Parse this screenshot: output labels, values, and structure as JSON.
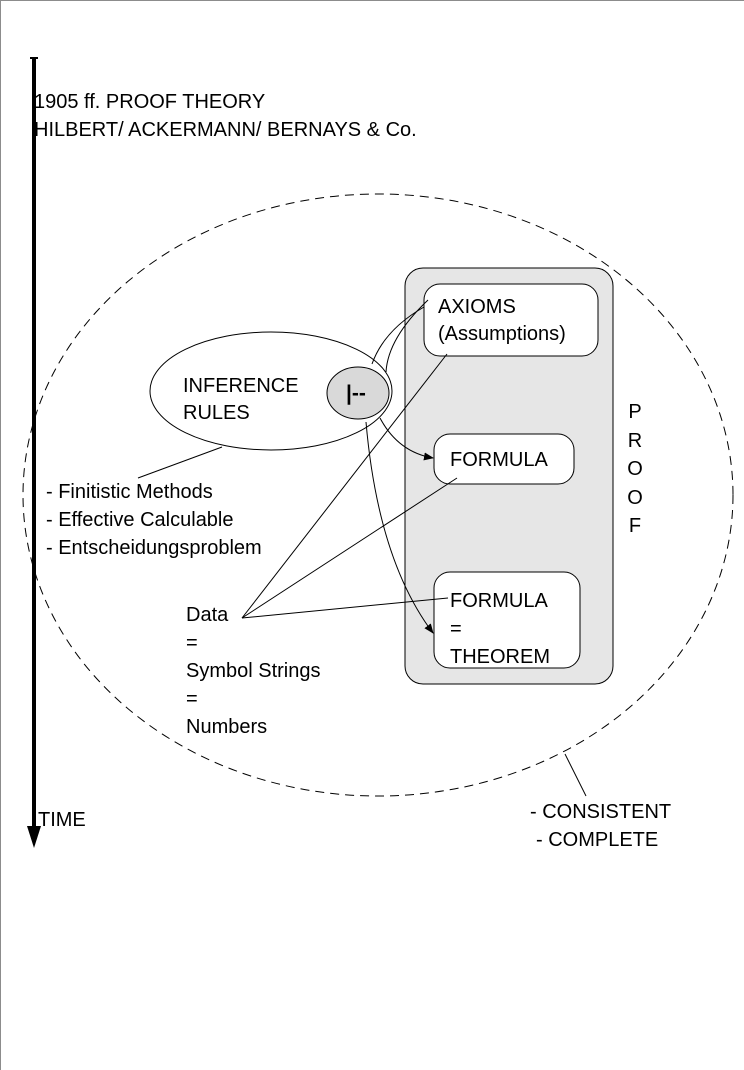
{
  "header": {
    "line1": "1905 ff. PROOF THEORY",
    "line2": "HILBERT/ ACKERMANN/ BERNAYS & Co."
  },
  "time_axis": {
    "label": "TIME"
  },
  "inference": {
    "line1": "INFERENCE",
    "line2": "RULES",
    "turnstile": "|--"
  },
  "methods": [
    "- Finitistic Methods",
    "- Effective Calculable",
    "- Entscheidungsproblem"
  ],
  "proof_box": {
    "axioms_line1": "AXIOMS",
    "axioms_line2": "(Assumptions)",
    "formula": "FORMULA",
    "theorem_line1": "FORMULA",
    "theorem_line2": "=",
    "theorem_line3": "THEOREM",
    "proof_letters": [
      "P",
      "R",
      "O",
      "O",
      "F"
    ]
  },
  "data_block": [
    "Data",
    "=",
    "Symbol Strings",
    "=",
    "Numbers"
  ],
  "properties": [
    "- CONSISTENT",
    "- COMPLETE"
  ],
  "colors": {
    "proof_box_fill": "#e6e6e6",
    "turnstile_ellipse_fill": "#d9d9d9"
  }
}
